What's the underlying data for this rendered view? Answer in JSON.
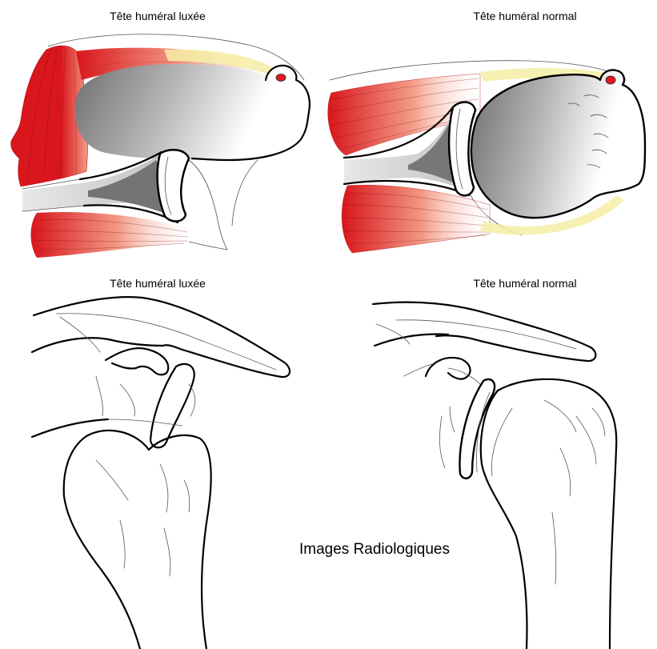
{
  "labels": {
    "top_left": "Tête huméral luxée",
    "top_right": "Tête huméral normal",
    "bottom_left": "Tête huméral luxée",
    "bottom_right": "Tête huméral normal"
  },
  "caption": "Images Radiologiques",
  "colors": {
    "muscle": "#d8161c",
    "muscle_light": "#f39a86",
    "bone_dark": "#6f6f6f",
    "bone_light": "#ffffff",
    "scapula": "#c4c4c4",
    "bursa": "#f4eea6",
    "outline": "#000000"
  }
}
